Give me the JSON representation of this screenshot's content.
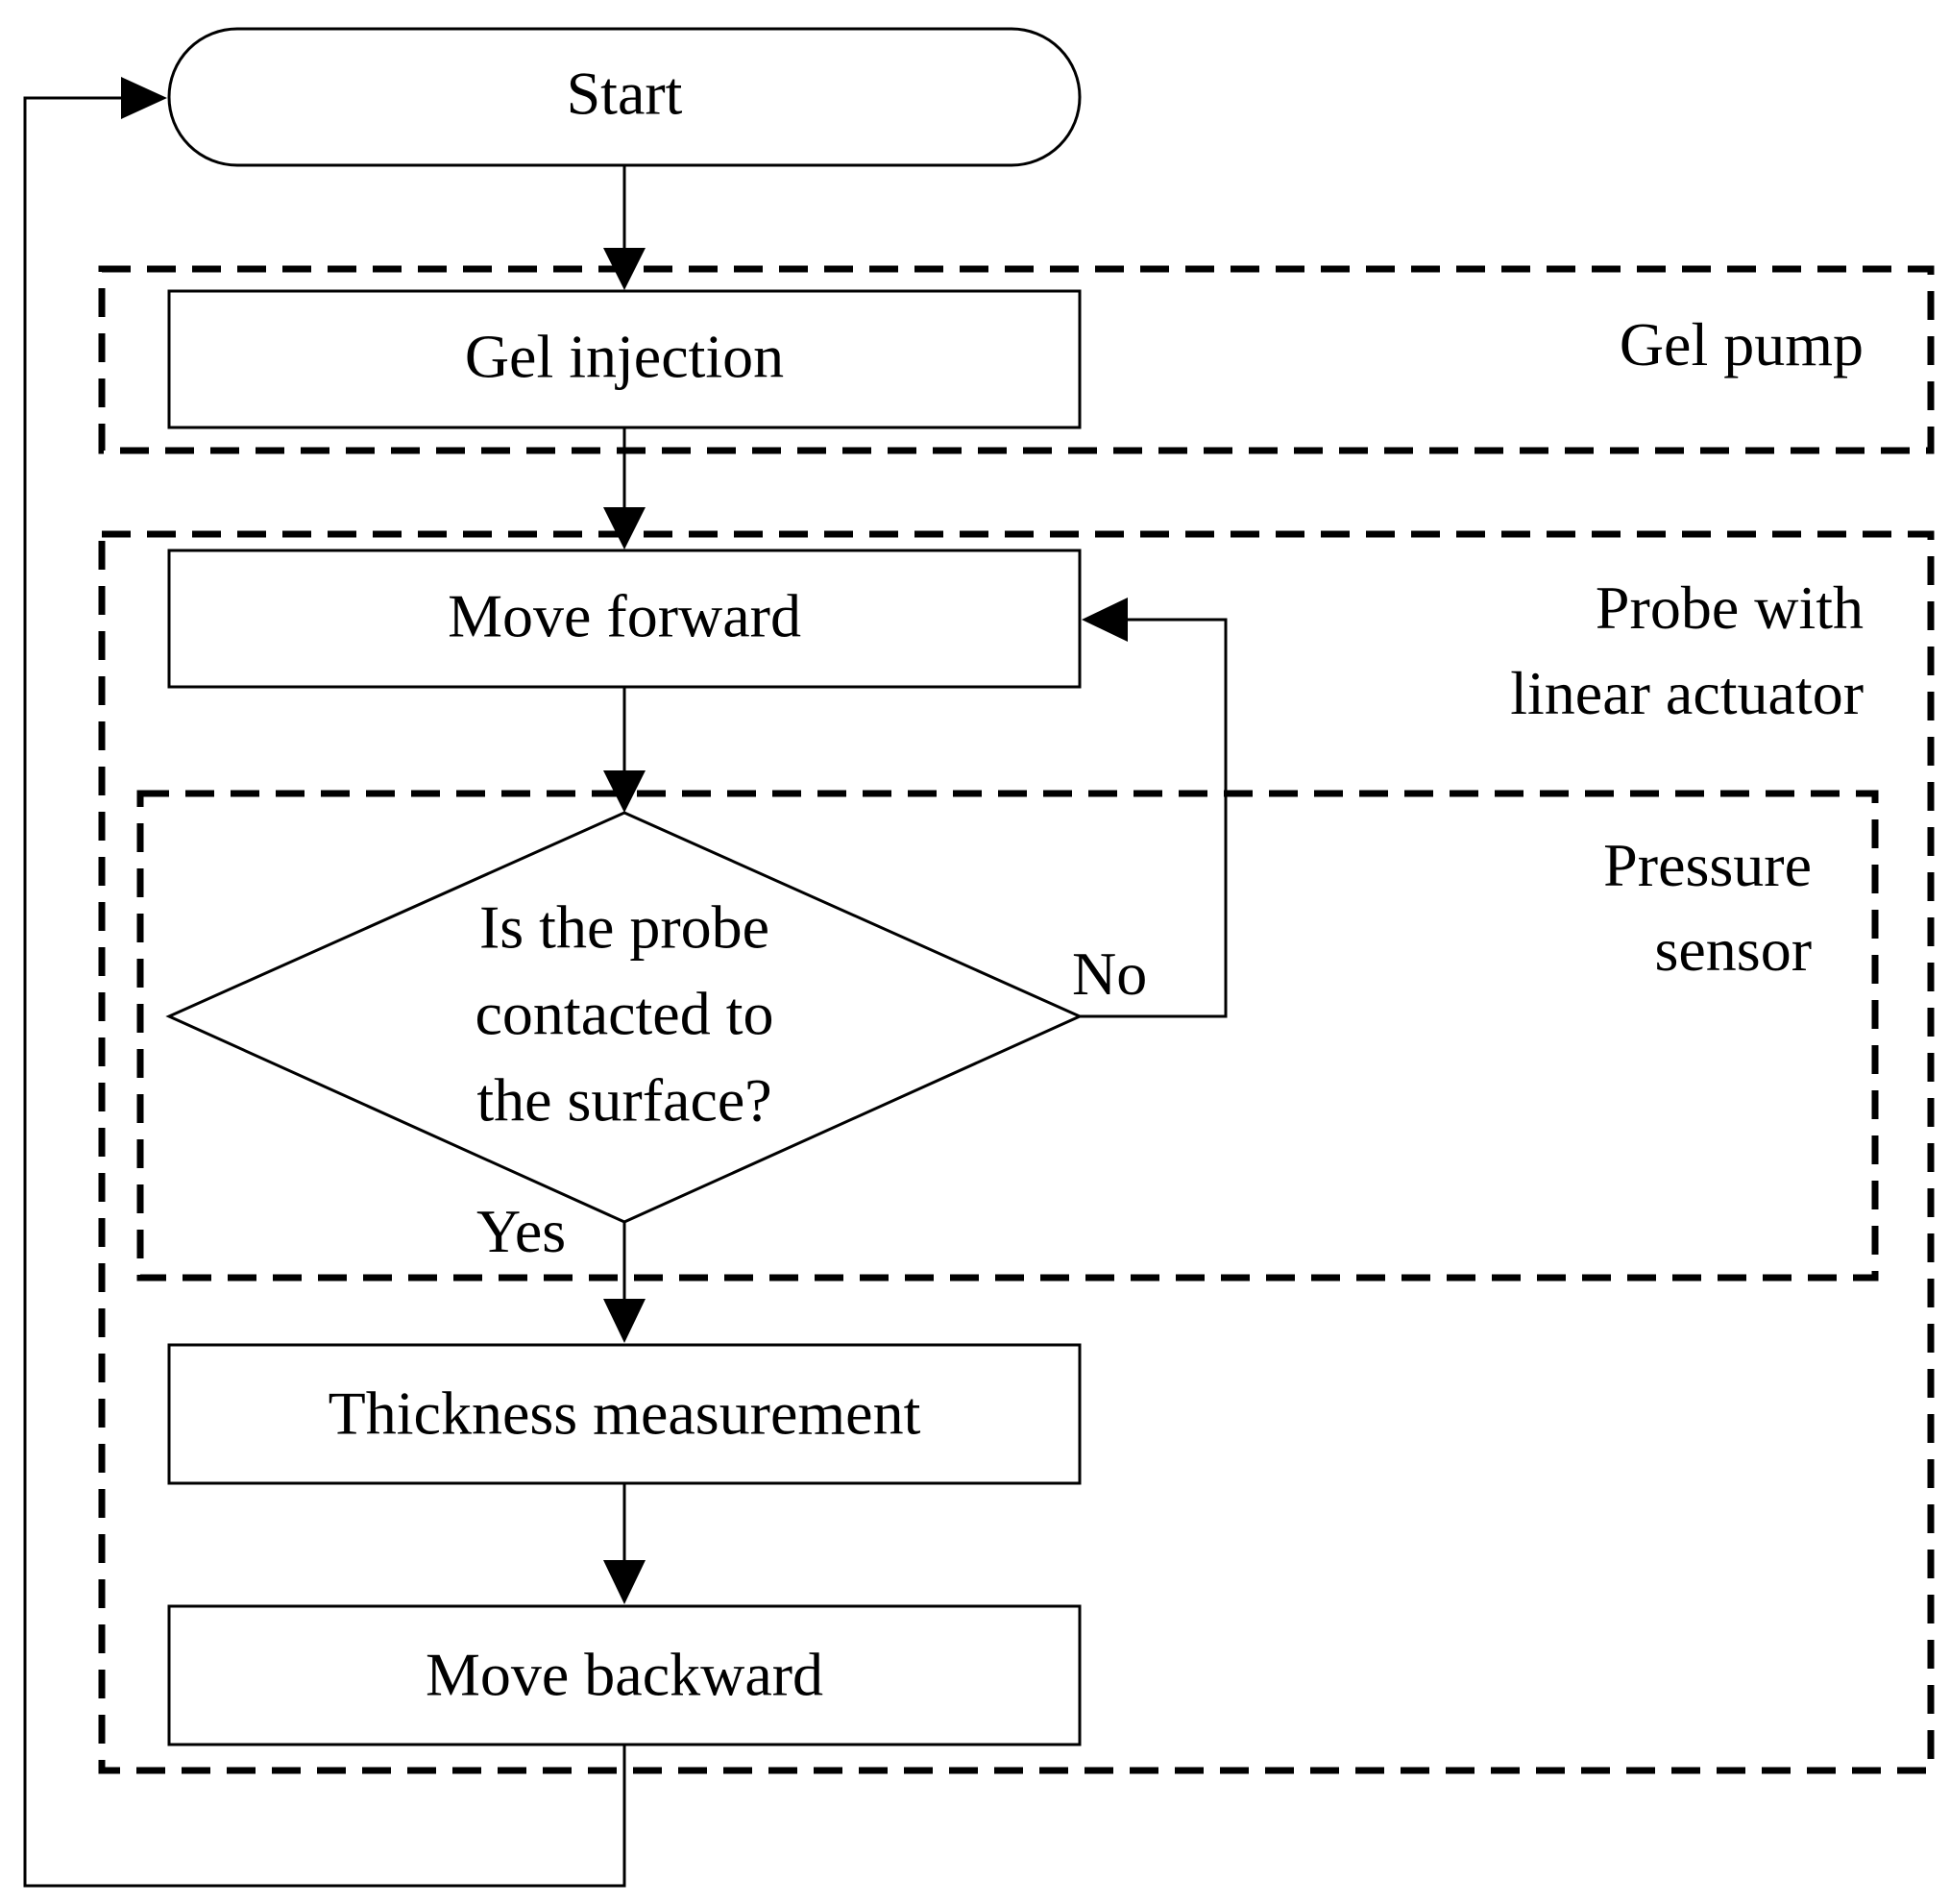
{
  "nodes": {
    "start": "Start",
    "gel_injection": "Gel injection",
    "move_forward": "Move forward",
    "decision": [
      "Is the probe",
      "contacted to",
      "the surface?"
    ],
    "thickness": "Thickness measurement",
    "move_backward": "Move backward"
  },
  "groups": {
    "gel_pump": [
      "Gel pump"
    ],
    "probe_actuator": [
      "Probe with",
      "linear actuator"
    ],
    "pressure_sensor": [
      "Pressure",
      "sensor"
    ]
  },
  "edges": {
    "no": "No",
    "yes": "Yes"
  }
}
